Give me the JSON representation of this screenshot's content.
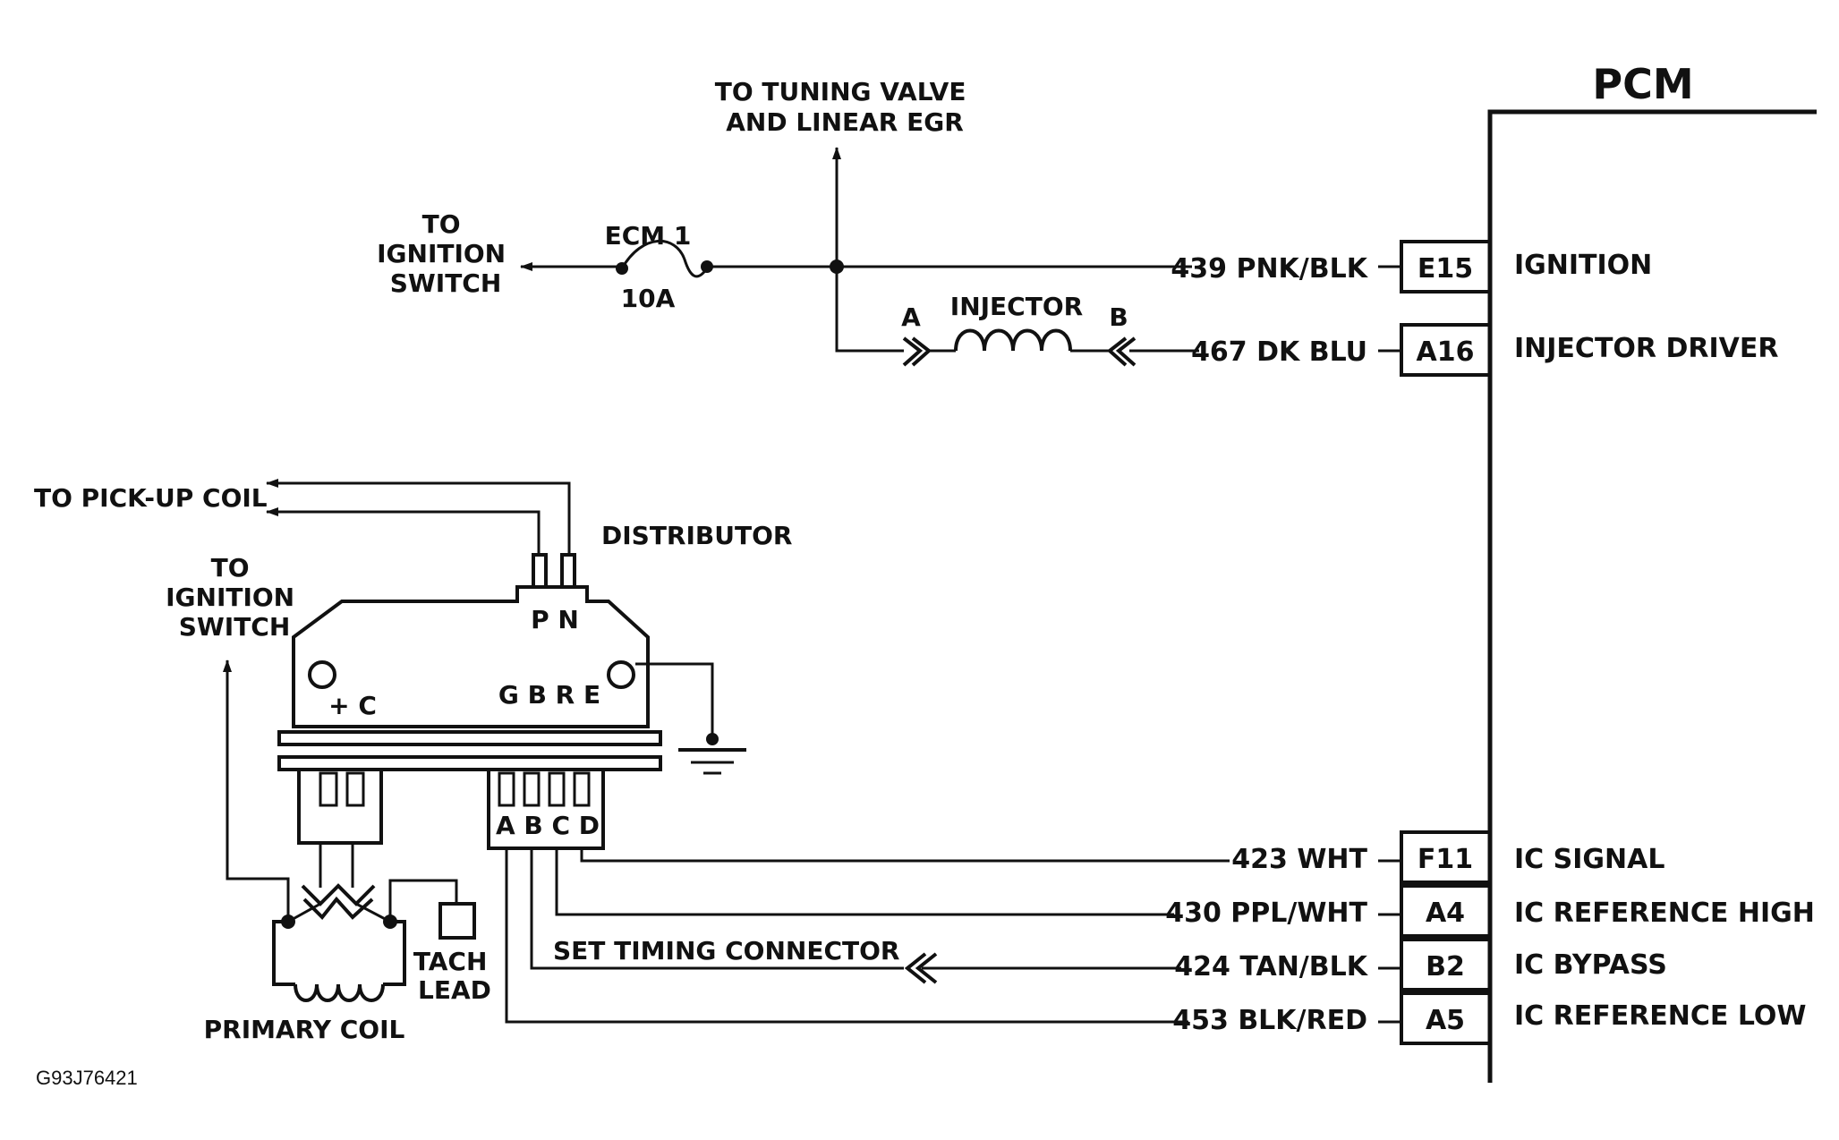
{
  "pcm": {
    "title": "PCM",
    "pins": [
      {
        "id": "E15",
        "wire": "439 PNK/BLK",
        "function": "IGNITION"
      },
      {
        "id": "A16",
        "wire": "467 DK BLU",
        "function": "INJECTOR DRIVER"
      },
      {
        "id": "F11",
        "wire": "423 WHT",
        "function": "IC SIGNAL"
      },
      {
        "id": "A4",
        "wire": "430 PPL/WHT",
        "function": "IC REFERENCE HIGH"
      },
      {
        "id": "B2",
        "wire": "424 TAN/BLK",
        "function": "IC BYPASS"
      },
      {
        "id": "A5",
        "wire": "453 BLK/RED",
        "function": "IC REFERENCE LOW"
      }
    ]
  },
  "labels": {
    "tuning_valve": [
      "TO TUNING VALVE",
      "AND LINEAR EGR"
    ],
    "ignition_switch_top": [
      "TO",
      "IGNITION",
      "SWITCH"
    ],
    "fuse_name": "ECM 1",
    "fuse_rating": "10A",
    "injector": "INJECTOR",
    "injector_a": "A",
    "injector_b": "B",
    "pickup_coil": "TO PICK-UP COIL",
    "distributor": "DISTRIBUTOR",
    "ignition_switch_left": [
      "TO",
      "IGNITION",
      "SWITCH"
    ],
    "module_pn": "P N",
    "module_gbre": "G B R E",
    "module_plus_c": "+ C",
    "module_abcd": "A B C D",
    "set_timing": "SET TIMING CONNECTOR",
    "tach_lead": [
      "TACH",
      "LEAD"
    ],
    "primary_coil": "PRIMARY COIL",
    "figure_id": "G93J76421"
  }
}
